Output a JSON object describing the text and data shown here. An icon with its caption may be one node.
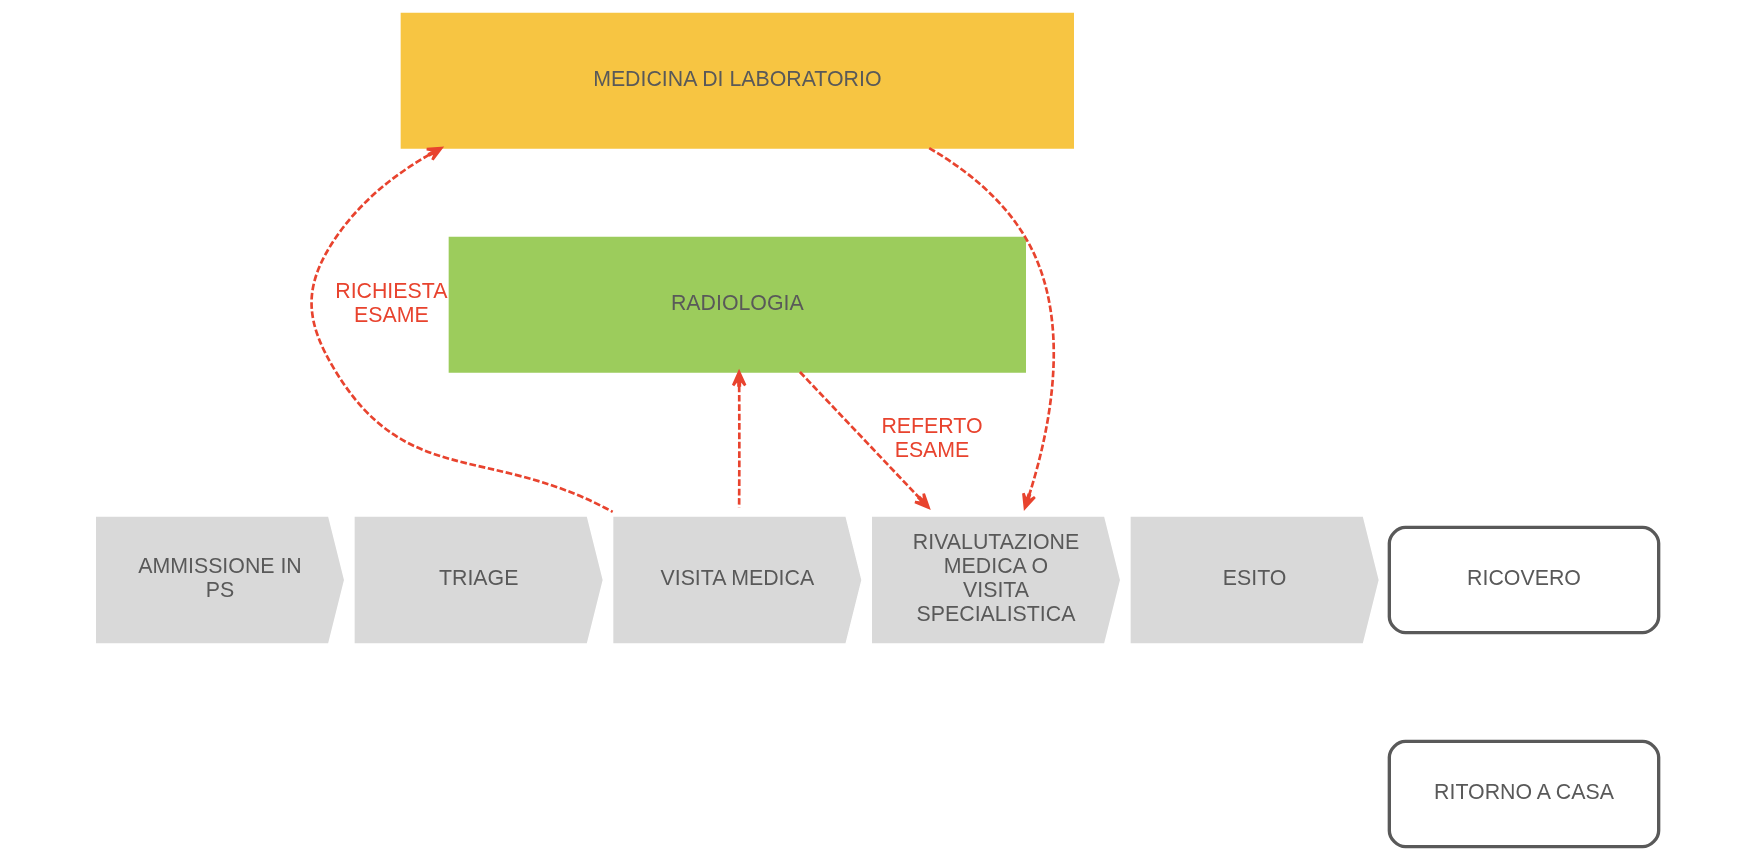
{
  "diagram": {
    "nodes": [
      {
        "text": [
          "MEDICINA DI LABORATORIO"
        ]
      },
      {
        "text": [
          "RADIOLOGIA"
        ]
      },
      {
        "text": [
          "AMMISSIONE IN PS"
        ]
      },
      {
        "text": [
          "TRIAGE"
        ]
      },
      {
        "text": [
          "VISITA MEDICA"
        ]
      },
      {
        "text": [
          "RIVALUTAZIONE MEDICA O VISITA SPECIALISTICA"
        ]
      },
      {
        "text": [
          "ESITO"
        ]
      },
      {
        "text": [
          "RICOVERO"
        ]
      },
      {
        "text": [
          "RITORNO A CASA"
        ]
      }
    ],
    "edges": [
      {
        "from": 4,
        "to": 0,
        "arrow": "to",
        "style": "dashed",
        "label": "RICHIESTA ESAME"
      },
      {
        "from": 4,
        "to": 1,
        "arrow": "to",
        "style": "dashed"
      },
      {
        "from": 0,
        "to": 5,
        "arrow": "to",
        "style": "dashed"
      },
      {
        "from": 1,
        "to": 5,
        "arrow": "to",
        "style": "dashed",
        "label": "REFERTO ESAME"
      }
    ]
  }
}
